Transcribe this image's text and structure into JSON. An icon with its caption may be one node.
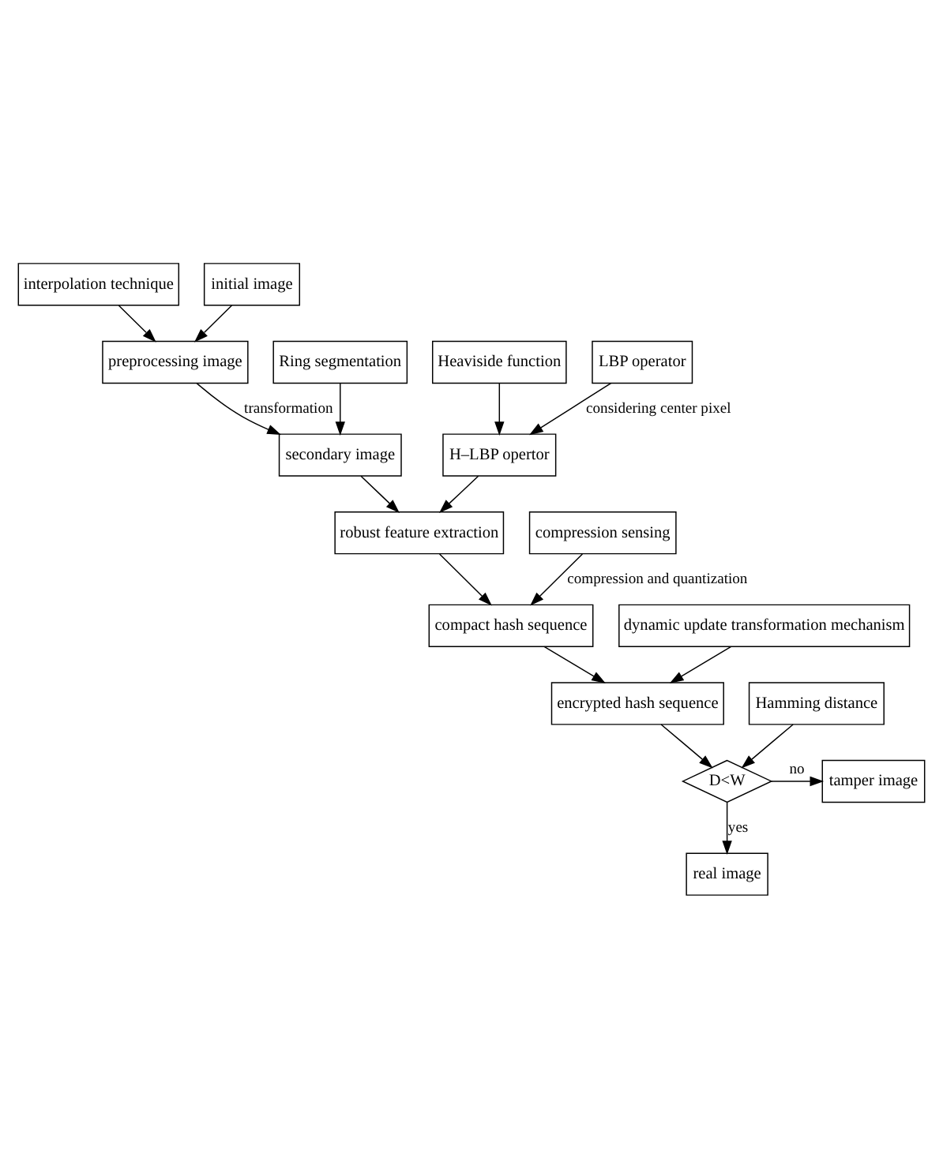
{
  "diagram": {
    "nodes": [
      {
        "text": [
          "interpolation technique"
        ]
      },
      {
        "text": [
          "initial image"
        ]
      },
      {
        "text": [
          "Heaviside function"
        ]
      },
      {
        "text": [
          "LBP operator"
        ]
      },
      {
        "text": [
          "preprocessing image"
        ]
      },
      {
        "text": [
          "Ring segmentation"
        ]
      },
      {
        "text": [
          "H–LBP opertor"
        ]
      },
      {
        "text": [
          "secondary image"
        ]
      },
      {
        "text": [
          "robust feature extraction"
        ]
      },
      {
        "text": [
          "compression sensing"
        ]
      },
      {
        "text": [
          "dynamic update transformation mechanism"
        ]
      },
      {
        "text": [
          "compact hash sequence"
        ]
      },
      {
        "text": [
          "encrypted hash sequence"
        ]
      },
      {
        "text": [
          "Hamming distance"
        ]
      },
      {
        "text": [
          "D<W"
        ]
      },
      {
        "text": [
          "tamper image"
        ]
      },
      {
        "text": [
          "real image"
        ]
      }
    ],
    "edges": [
      {
        "from": 0,
        "to": 4,
        "arrow": "to"
      },
      {
        "from": 1,
        "to": 4,
        "arrow": "to"
      },
      {
        "from": 2,
        "to": 6,
        "arrow": "to"
      },
      {
        "from": 3,
        "to": 6,
        "label": "considering center pixel",
        "arrow": "to"
      },
      {
        "from": 4,
        "to": 7,
        "label": "transformation",
        "arrow": "to"
      },
      {
        "from": 5,
        "to": 7,
        "arrow": "to"
      },
      {
        "from": 6,
        "to": 8,
        "arrow": "to"
      },
      {
        "from": 7,
        "to": 8,
        "arrow": "to"
      },
      {
        "from": 8,
        "to": 11,
        "arrow": "to"
      },
      {
        "from": 9,
        "to": 11,
        "label": "compression and quantization",
        "arrow": "to"
      },
      {
        "from": 10,
        "to": 12,
        "arrow": "to"
      },
      {
        "from": 11,
        "to": 12,
        "arrow": "to"
      },
      {
        "from": 12,
        "to": 14,
        "arrow": "to"
      },
      {
        "from": 13,
        "to": 14,
        "arrow": "to"
      },
      {
        "from": 14,
        "to": 15,
        "label": "no",
        "arrow": "to"
      },
      {
        "from": 14,
        "to": 16,
        "label": "yes",
        "arrow": "to"
      }
    ]
  }
}
